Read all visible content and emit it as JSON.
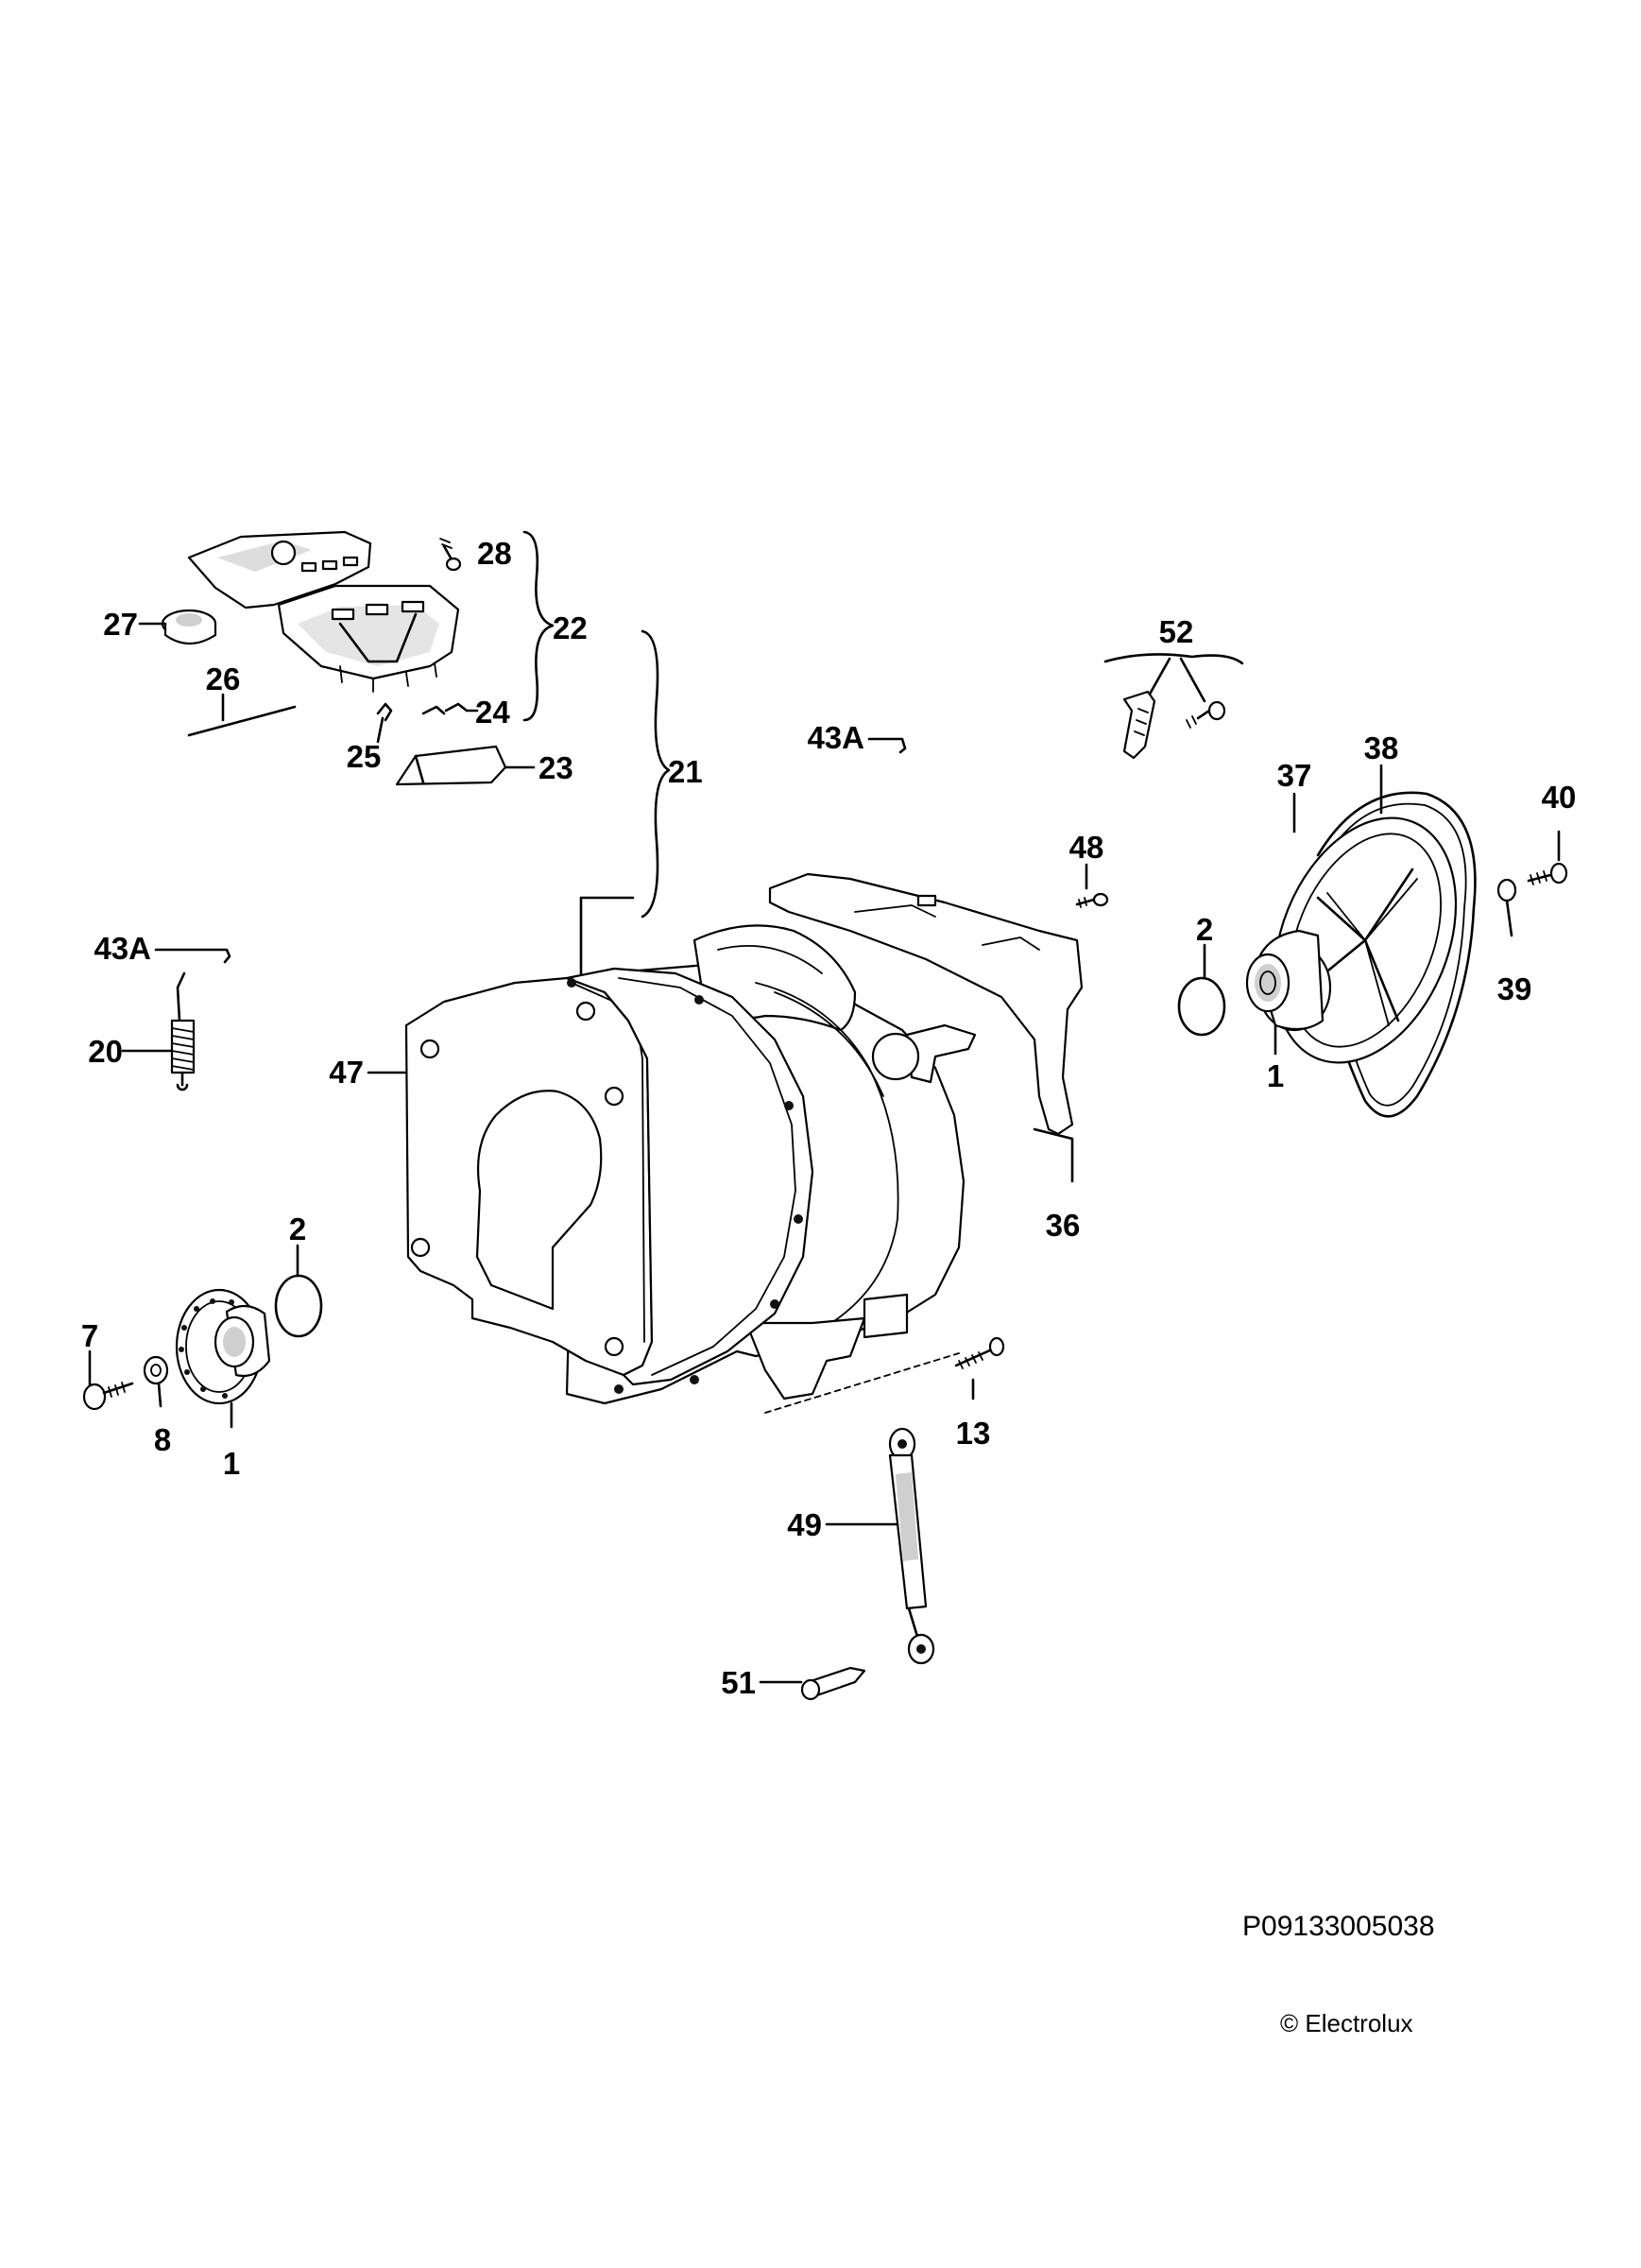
{
  "diagram": {
    "code": "P09133005038",
    "copyright": "© Electrolux",
    "callouts": [
      "1",
      "1",
      "2",
      "2",
      "7",
      "8",
      "13",
      "20",
      "21",
      "22",
      "23",
      "24",
      "25",
      "26",
      "27",
      "28",
      "36",
      "37",
      "38",
      "39",
      "40",
      "43A",
      "43A",
      "47",
      "48",
      "49",
      "51",
      "52"
    ]
  }
}
